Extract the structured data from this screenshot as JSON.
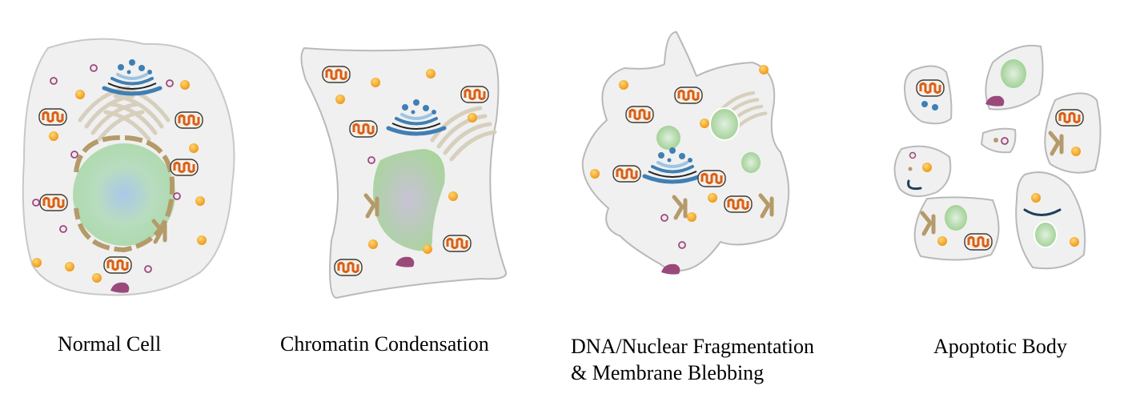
{
  "labels": {
    "stage1": "Normal Cell",
    "stage2": "Chromatin  Condensation",
    "stage3_line1": "DNA/Nuclear Fragmentation",
    "stage3_line2": "& Membrane Blebbing",
    "stage4": "Apoptotic Body"
  },
  "colors": {
    "cytoplasm": "#f0f0f0",
    "membrane": "#b9b9b9",
    "mitochondrion": "#d9601a",
    "mito_outline": "#3a3a3a",
    "vesicle": "#f0a21c",
    "er": "#d7cfbd",
    "golgi_tan": "#b59a6a",
    "nucleus_center": "#a9c8ea",
    "nucleus_mid": "#a8d8a8",
    "chromatin": "#9ccf90",
    "golgi_blue": "#3f7fb5",
    "lysosome_pink": "#9a4a7a"
  }
}
